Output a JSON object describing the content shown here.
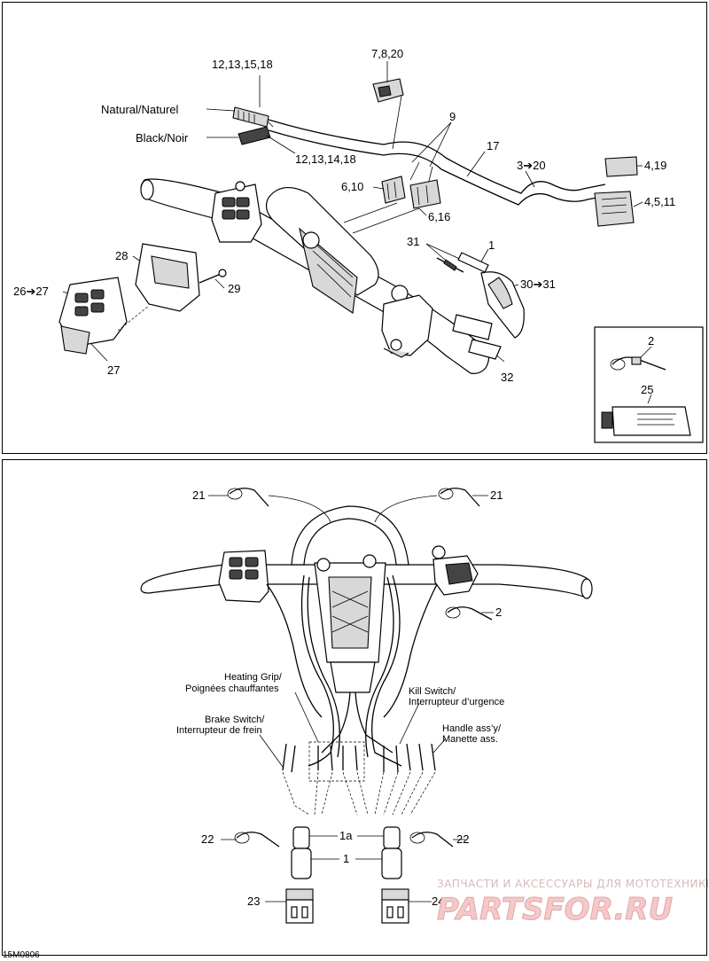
{
  "top": {
    "callouts": {
      "c_12_13_15_18": "12,13,15,18",
      "c_7_8_20": "7,8,20",
      "natural": "Natural/Naturel",
      "black": "Black/Noir",
      "c_12_13_14_18": "12,13,14,18",
      "c_9": "9",
      "c_17": "17",
      "c_3_20": "3➔20",
      "c_4_19": "4,19",
      "c_4_5_11": "4,5,11",
      "c_6_10": "6,10",
      "c_6_16": "6,16",
      "c_31": "31",
      "c_1": "1",
      "c_30_31": "30➔31",
      "c_28": "28",
      "c_26_27": "26➔27",
      "c_29": "29",
      "c_27": "27",
      "c_32": "32",
      "c_2": "2",
      "c_25": "25"
    }
  },
  "bottom": {
    "callouts": {
      "c_21_left": "21",
      "c_21_right": "21",
      "c_2": "2",
      "heating_grip_1": "Heating Grip/",
      "heating_grip_2": "Poignées chauffantes",
      "kill_switch_1": "Kill Switch/",
      "kill_switch_2": "Interrupteur d’urgence",
      "brake_switch_1": "Brake Switch/",
      "brake_switch_2": "Interrupteur de frein",
      "handle_assy_1": "Handle ass’y/",
      "handle_assy_2": "Manette ass.",
      "c_22_left": "22",
      "c_22_right": "22",
      "c_1a": "1a",
      "c_1": "1",
      "c_23": "23",
      "c_24": "24"
    }
  },
  "footer": {
    "figure_code": "15M0806",
    "watermark_small": "ЗАПЧАСТИ И АКСЕССУАРЫ ДЛЯ МОТОТЕХНИКИ",
    "watermark_big": "PARTSFOR.RU"
  }
}
